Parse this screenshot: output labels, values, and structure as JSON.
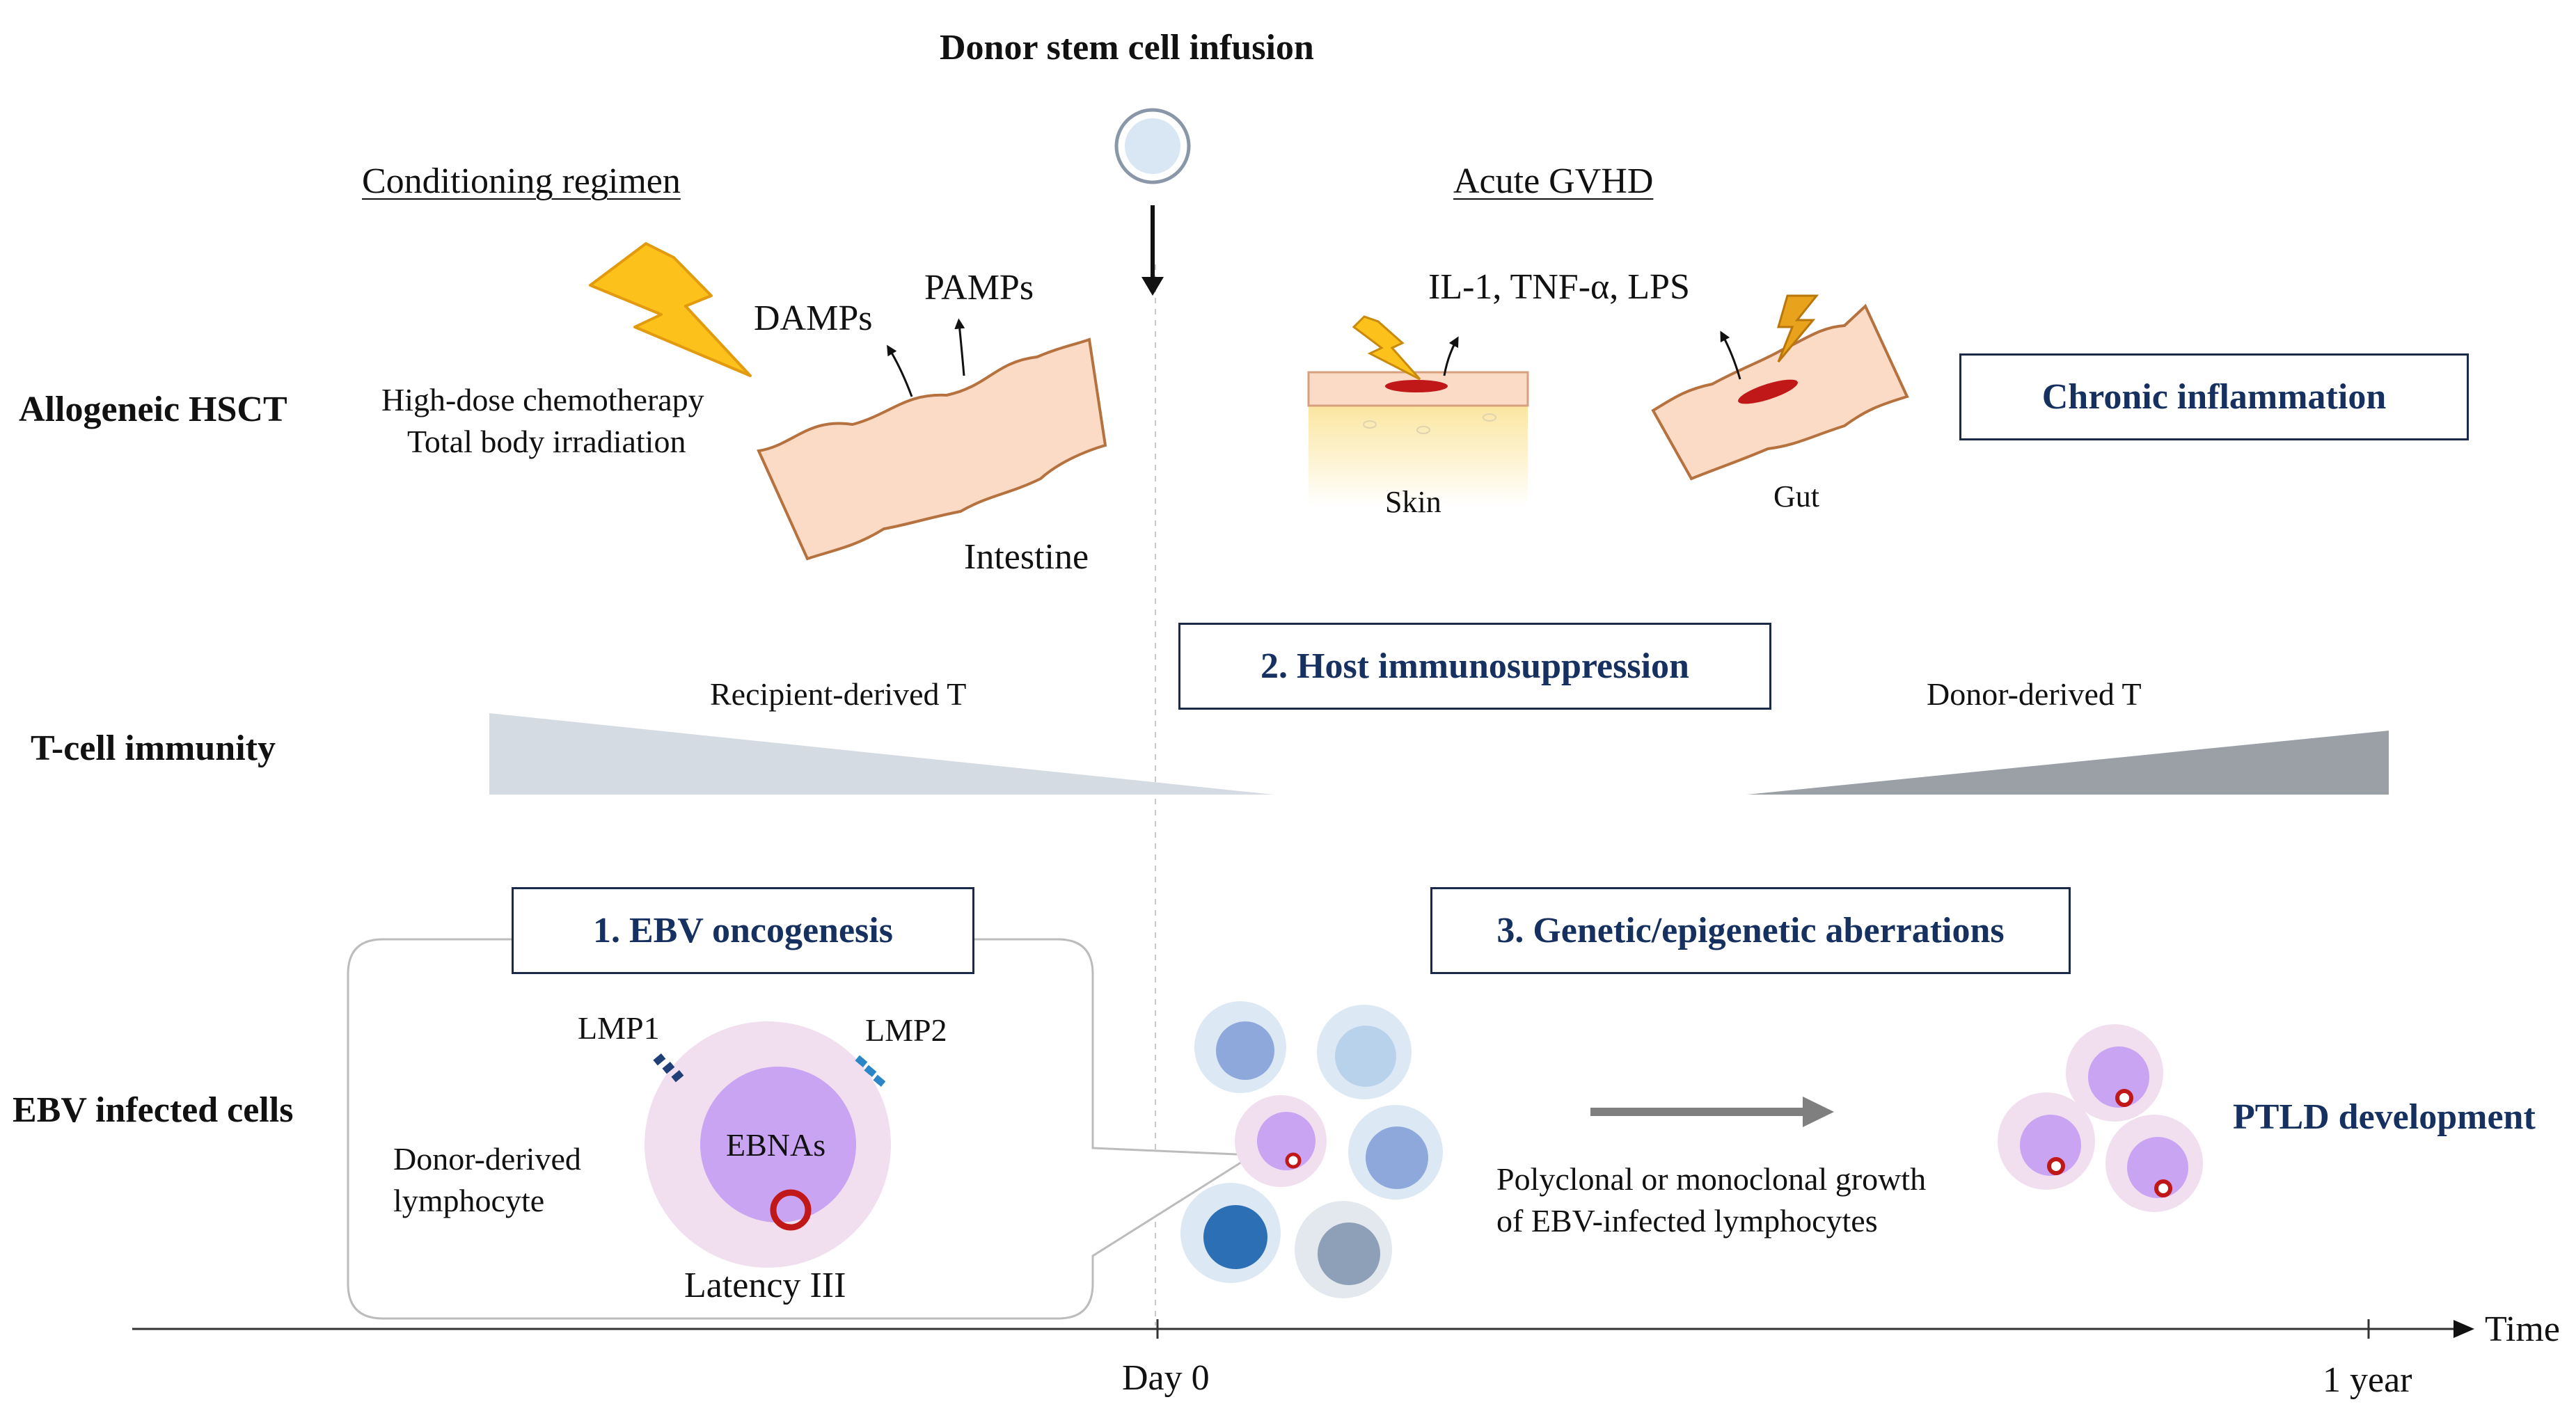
{
  "header": {
    "title": "Donor stem cell infusion"
  },
  "rows": {
    "hsct": "Allogeneic HSCT",
    "tcell": "T-cell immunity",
    "ebv": "EBV infected cells"
  },
  "conditioning": {
    "heading": "Conditioning regimen",
    "line1": "High-dose chemotherapy",
    "line2": "Total body irradiation",
    "damps": "DAMPs",
    "pamps": "PAMPs",
    "organ": "Intestine"
  },
  "gvhd": {
    "heading": "Acute GVHD",
    "cytokines": "IL-1, TNF-α, LPS",
    "skin": "Skin",
    "gut": "Gut"
  },
  "boxes": {
    "chronic": "Chronic inflammation",
    "host": "2. Host immunosuppression",
    "ebv_onco": "1. EBV oncogenesis",
    "genetic": "3. Genetic/epigenetic aberrations"
  },
  "tcell": {
    "recipient": "Recipient-derived T",
    "donor": "Donor-derived T"
  },
  "ebv_cell": {
    "lmp1": "LMP1",
    "lmp2": "LMP2",
    "ebnas": "EBNAs",
    "latency": "Latency III",
    "donor_line1": "Donor-derived",
    "donor_line2": "lymphocyte"
  },
  "growth": {
    "line1": "Polyclonal or monoclonal growth",
    "line2": "of EBV-infected lymphocytes"
  },
  "outcome": "PTLD development",
  "timeline": {
    "axis_label": "Time",
    "day0": "Day 0",
    "one_year": "1 year"
  },
  "colors": {
    "navy": "#16315f",
    "tissue": "#fbdac6",
    "tissue_edge": "#b5723f",
    "lesion": "#c01818",
    "lightning": "#fcc11b",
    "triangle_light": "#d5dbe3",
    "triangle_dark": "#9aa0a6",
    "ebv_cell_outer": "#f1dff0",
    "ebv_cell_inner": "#c8a4f3"
  }
}
